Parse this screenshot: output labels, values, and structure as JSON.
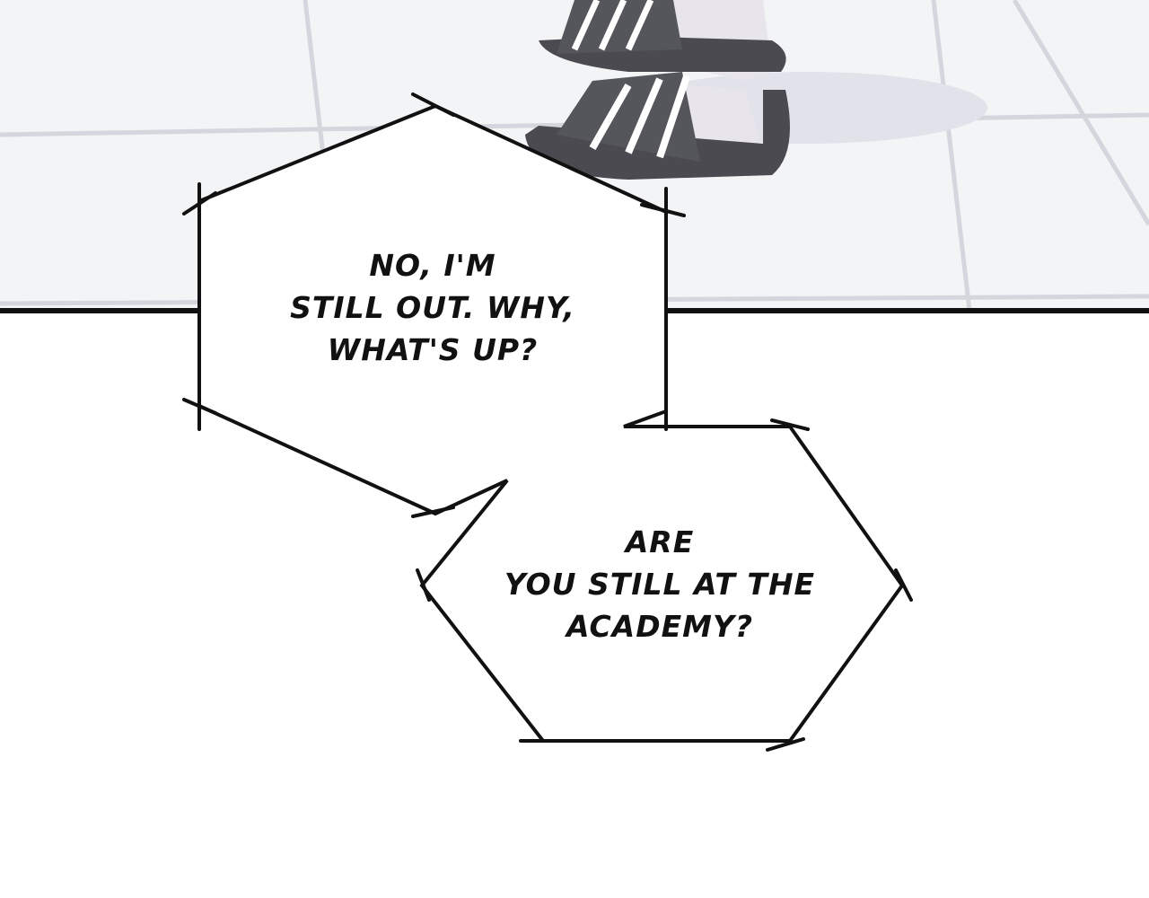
{
  "panel_top": {
    "scene": "floor-tiles-with-sandaled-feet",
    "colors": {
      "floor": "#f3f4f6",
      "tile_line": "#d4d6de",
      "sandal": "#4a4a50",
      "stripe": "#ffffff",
      "border": "#111111"
    }
  },
  "bubbles": [
    {
      "lines": [
        "NO, I'M",
        "STILL OUT. WHY,",
        "WHAT'S UP?"
      ]
    },
    {
      "lines": [
        "ARE",
        "YOU STILL AT THE",
        "ACADEMY?"
      ]
    }
  ]
}
